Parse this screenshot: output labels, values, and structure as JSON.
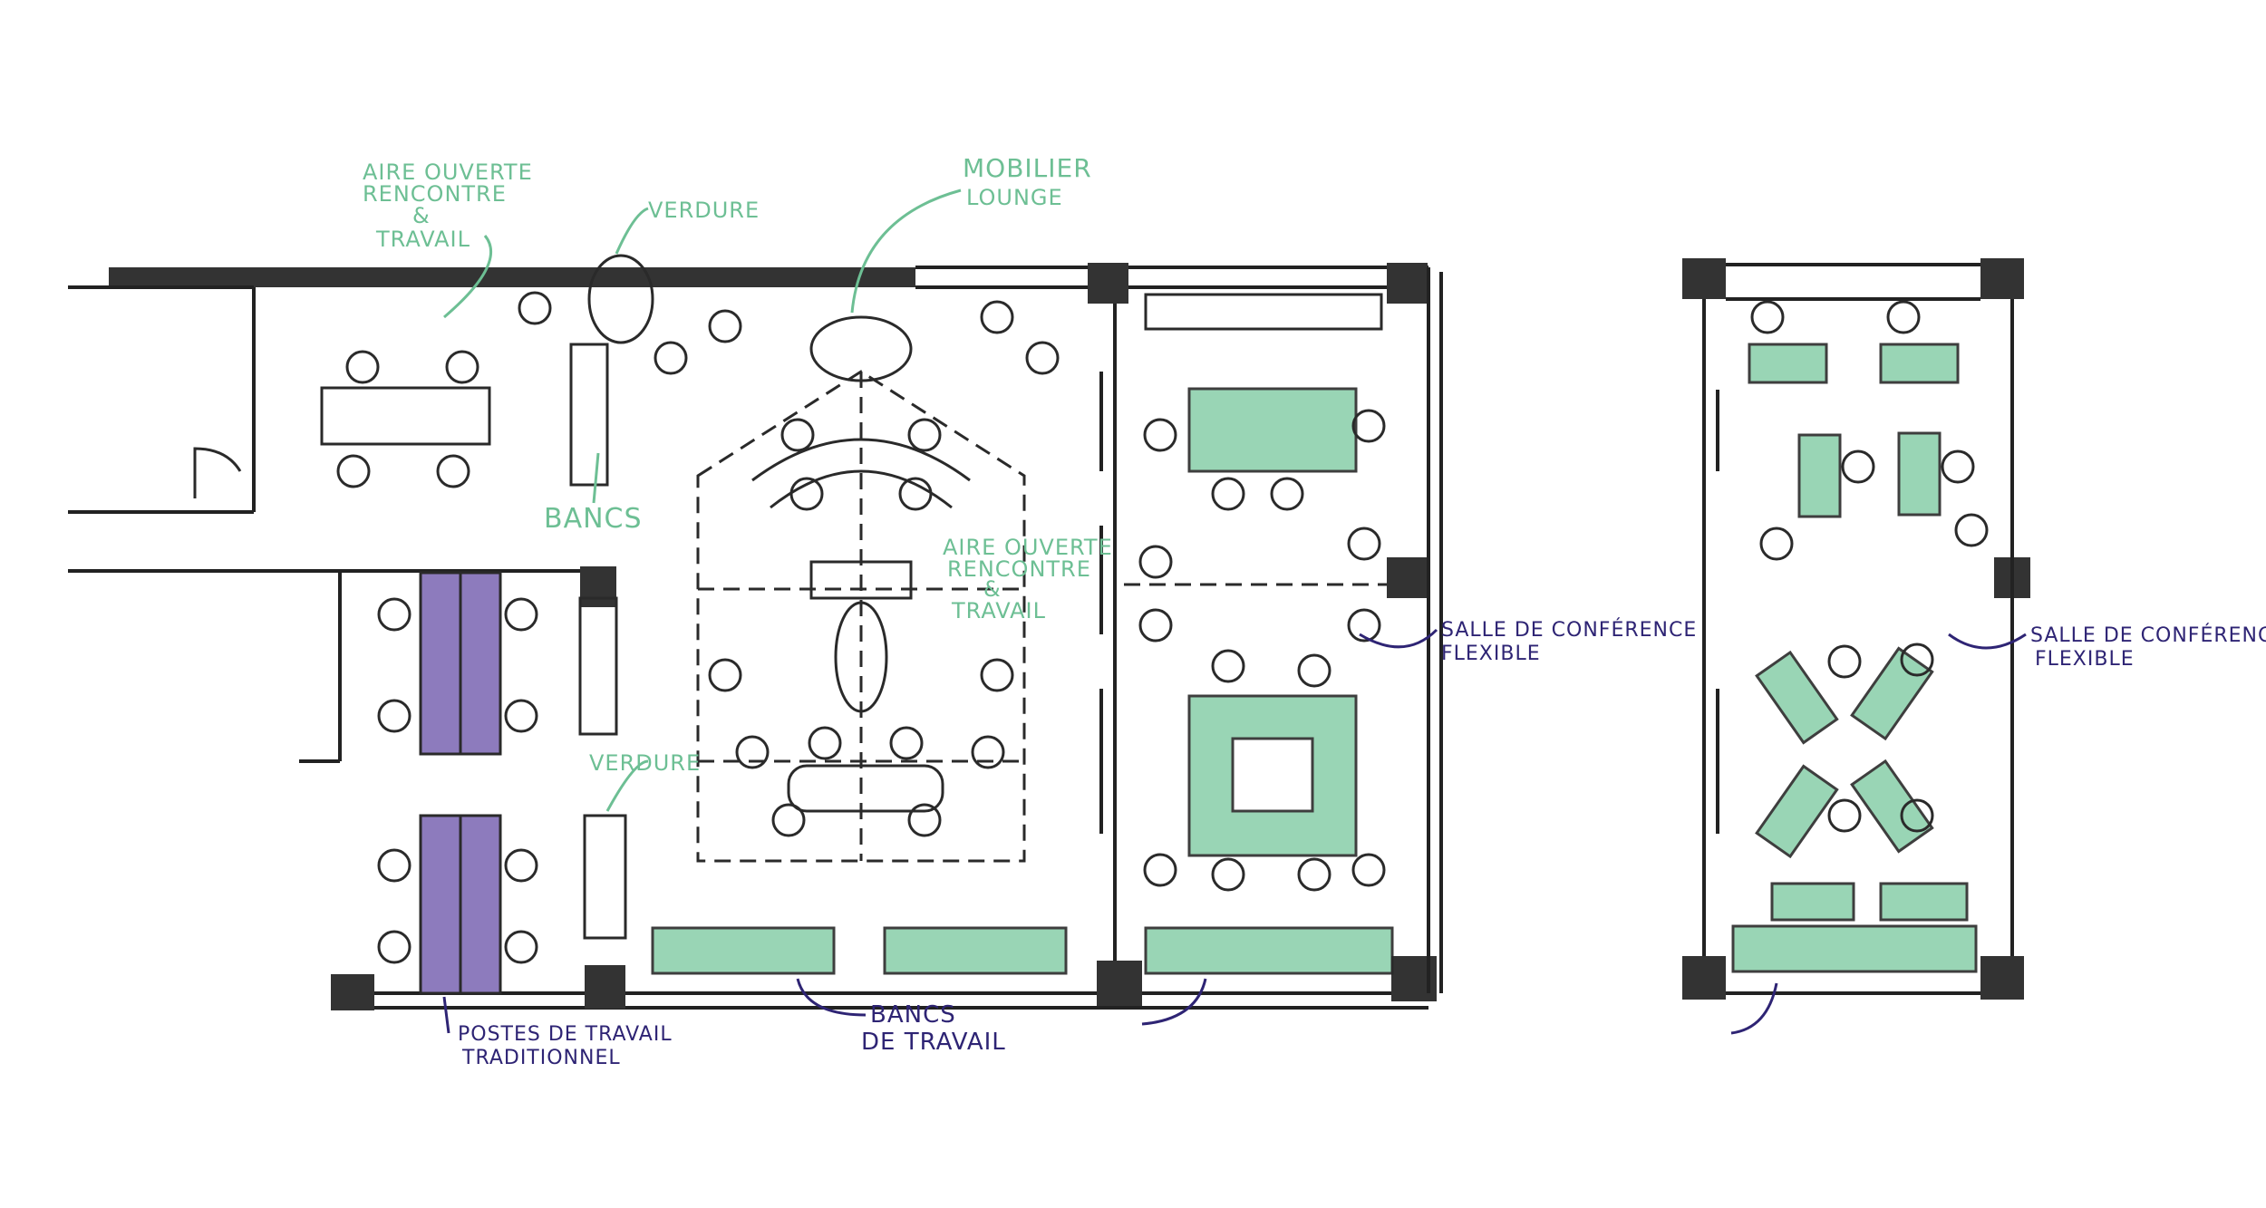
{
  "plan_left": {
    "labels": {
      "open_area_top": [
        "AIRE OUVERTE",
        "RENCONTRE",
        "&",
        "TRAVAIL"
      ],
      "greenery_top": "VERDURE",
      "lounge": [
        "MOBILIER",
        "LOUNGE"
      ],
      "benches": "BANCS",
      "open_area_center": [
        "AIRE OUVERTE",
        "RENCONTRE",
        "&",
        "TRAVAIL"
      ],
      "greenery_bottom": "VERDURE",
      "conference": [
        "SALLE DE CONFÉRENCE",
        "FLEXIBLE"
      ],
      "traditional": [
        "POSTES DE TRAVAIL",
        "TRADITIONNEL"
      ],
      "work_benches": [
        "BANCS",
        "DE TRAVAIL"
      ]
    }
  },
  "plan_right": {
    "labels": {
      "conference": [
        "SALLE DE CONFÉRENCE",
        "FLEXIBLE"
      ]
    }
  },
  "colors": {
    "annotation_green": "#6dbf94",
    "annotation_blue": "#2e2474",
    "fill_green": "#8fd1ae",
    "fill_purple": "#8d7bbd"
  }
}
